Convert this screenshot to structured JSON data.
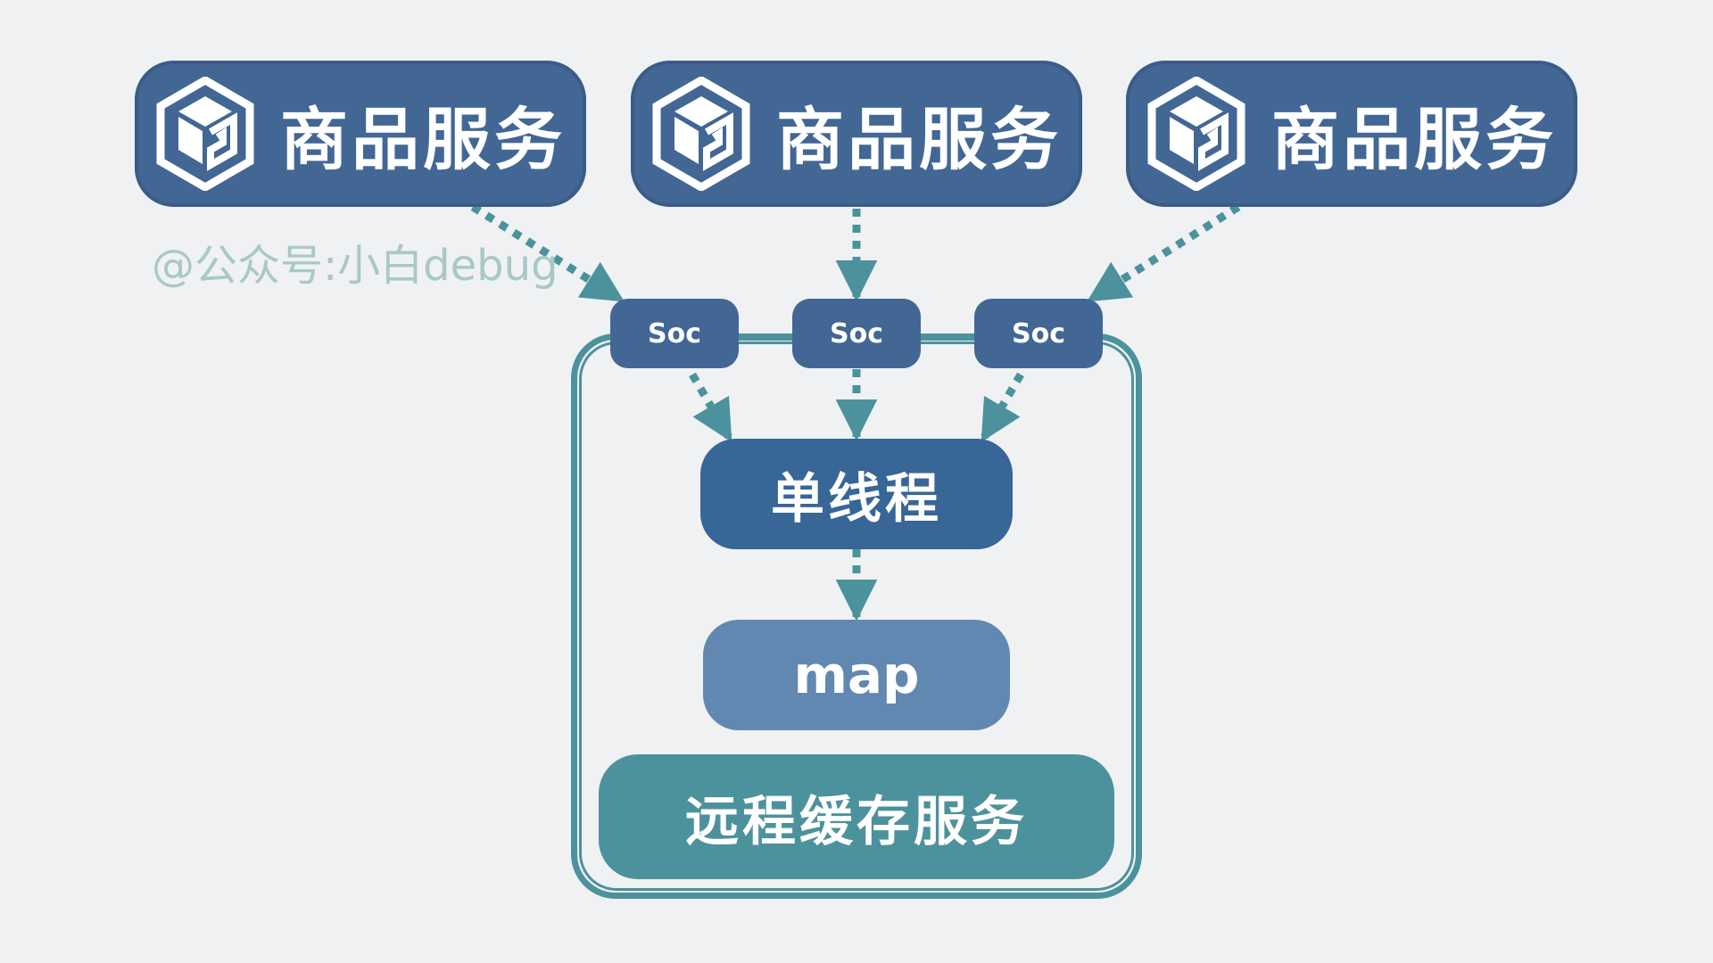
{
  "diagram": {
    "services": [
      {
        "label": "商品服务",
        "icon": "cube-g-icon"
      },
      {
        "label": "商品服务",
        "icon": "cube-g-icon"
      },
      {
        "label": "商品服务",
        "icon": "cube-g-icon"
      }
    ],
    "sockets": [
      {
        "label": "Soc"
      },
      {
        "label": "Soc"
      },
      {
        "label": "Soc"
      }
    ],
    "thread": {
      "label": "单线程"
    },
    "map": {
      "label": "map"
    },
    "cache": {
      "label": "远程缓存服务"
    },
    "watermark": "@公众号:小白debug"
  },
  "colors": {
    "service_box": "#426794",
    "thread_box": "#376697",
    "map_box": "#6188b0",
    "cache_box": "#4c929c",
    "arrow": "#4c929c",
    "background": "#f0f1f3"
  }
}
